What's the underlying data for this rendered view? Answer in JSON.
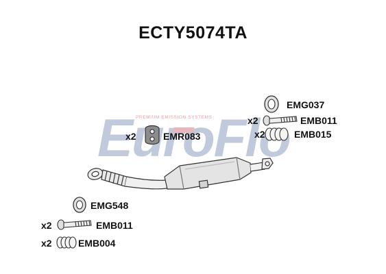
{
  "title": "ECTY5074TA",
  "watermark": {
    "brand": "EuroFlo",
    "tagline": "PREMIUM EMISSION SYSTEMS",
    "color_blue": "#b7c1d6",
    "color_red": "#e8b6bd"
  },
  "parts": {
    "emg037": {
      "code": "EMG037",
      "icon": "gasket-ring-icon"
    },
    "emb011_top": {
      "qty": "x2",
      "code": "EMB011",
      "icon": "bolt-icon"
    },
    "emb015": {
      "qty": "x2",
      "code": "EMB015",
      "icon": "spring-icon"
    },
    "emr083": {
      "qty": "x2",
      "code": "EMR083",
      "icon": "rubber-mount-icon"
    },
    "emg548": {
      "code": "EMG548",
      "icon": "gasket-ring-icon"
    },
    "emb011_bottom": {
      "qty": "x2",
      "code": "EMB011",
      "icon": "bolt-icon"
    },
    "emb004": {
      "qty": "x2",
      "code": "EMB004",
      "icon": "spring-icon"
    }
  },
  "main_part": {
    "icon": "catalytic-converter-pipe-icon"
  }
}
